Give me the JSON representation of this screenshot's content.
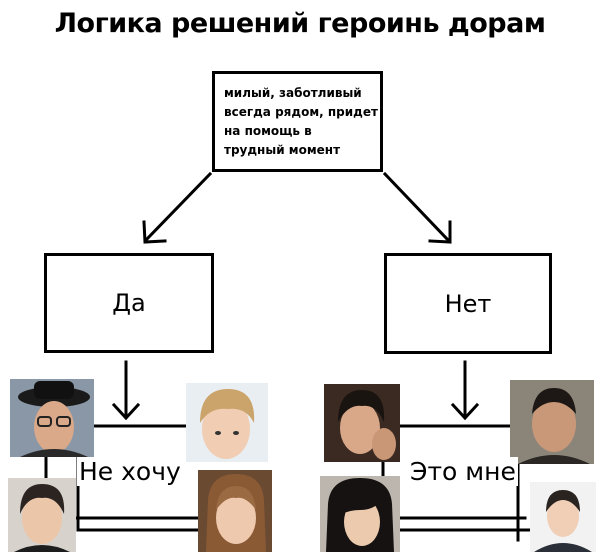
{
  "diagram": {
    "title": "Логика решений героинь дорам",
    "question_lines": [
      "милый, заботливый",
      "всегда рядом, придет",
      "на помощь  в",
      "трудный момент"
    ],
    "yes_label": "Да",
    "no_label": "Нет",
    "yes_outcome": "Не хочу",
    "no_outcome": "Это мне"
  },
  "colors": {
    "line": "#000000",
    "background": "#ffffff"
  }
}
